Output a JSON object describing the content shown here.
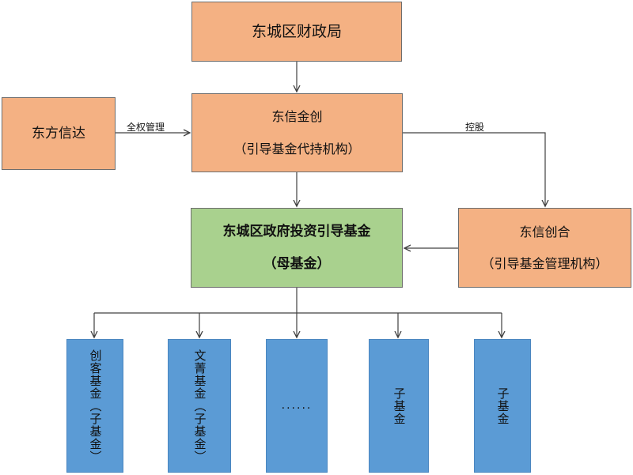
{
  "nodes": {
    "finance_bureau": "东城区财政局",
    "dongfang_xinda": "东方信达",
    "dongxin_jinchuang": {
      "line1": "东信金创",
      "line2": "（引导基金代持机构）"
    },
    "mother_fund": {
      "line1": "东城区政府投资引导基金",
      "line2": "（母基金）"
    },
    "dongxin_chuanghe": {
      "line1": "东信创合",
      "line2": "（引导基金管理机构）"
    },
    "sub_funds": [
      "创客基金（子基金）",
      "文菁基金（子基金）",
      "......",
      "子基金",
      "子基金"
    ]
  },
  "edge_labels": {
    "full_management": "全权管理",
    "holding": "控股"
  },
  "colors": {
    "orange": "#f4b183",
    "green": "#a9d18e",
    "blue": "#5b9bd5",
    "line": "#404040"
  }
}
